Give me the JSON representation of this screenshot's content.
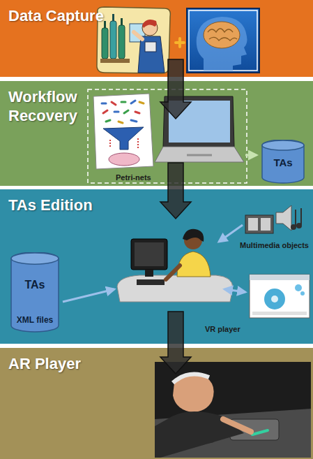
{
  "diagram": {
    "nodes": [
      {
        "text": [
          "Data Capture"
        ]
      },
      {
        "text": [
          "Workflow Recovery"
        ]
      },
      {
        "text": [
          "TAs"
        ],
        "in": 1
      },
      {
        "text": [
          "TAs Edition"
        ]
      },
      {
        "text": [
          "TAs",
          "XML files"
        ],
        "in": 3
      },
      {
        "text": [
          "AR Player"
        ]
      }
    ],
    "edges": [
      {
        "from": 0,
        "to": 1,
        "arrow": "to"
      },
      {
        "from": 1,
        "to": 3,
        "arrow": "to"
      },
      {
        "from": 3,
        "to": 5,
        "arrow": "to"
      }
    ],
    "labels": [
      "Petri-nets",
      "Multimedia objects",
      "VR player"
    ]
  }
}
